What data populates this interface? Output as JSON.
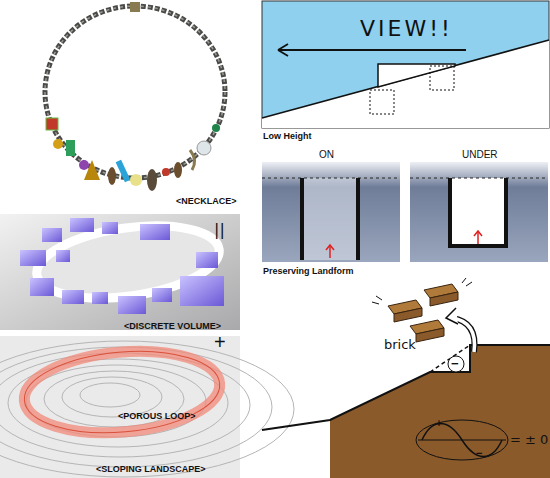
{
  "diagram": {
    "labels": [
      "<NECKLACE>",
      "||",
      "<DISCRETE VOLUME>",
      "+",
      "<POROUS LOOP>",
      "<SLOPING LANDSCAPE>",
      "VIEW!!",
      "Low Height",
      "ON",
      "UNDER",
      "Preserving Landform",
      "brick",
      "−",
      "+",
      "−",
      "= ± 0"
    ]
  }
}
